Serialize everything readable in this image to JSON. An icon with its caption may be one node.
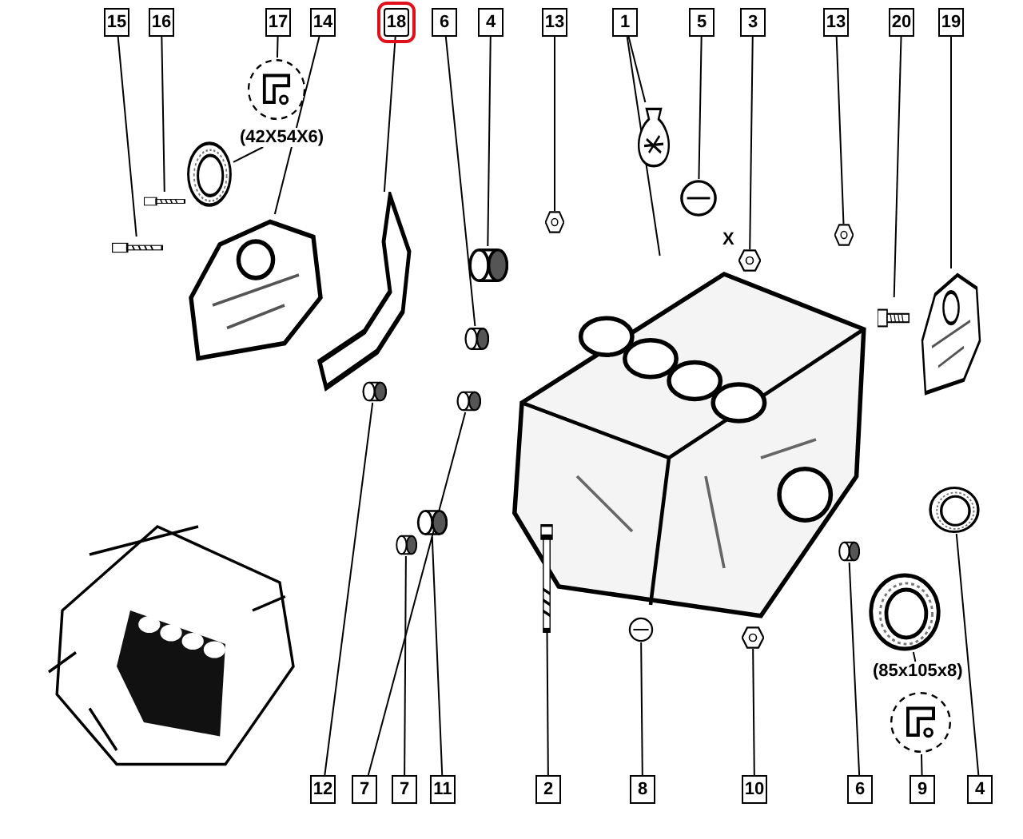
{
  "diagram": {
    "nodes": [
      {
        "text": [
          "15"
        ]
      },
      {
        "text": [
          "16"
        ]
      },
      {
        "text": [
          "17"
        ]
      },
      {
        "text": [
          "14"
        ]
      },
      {
        "text": [
          "18"
        ]
      },
      {
        "text": [
          "6"
        ]
      },
      {
        "text": [
          "4"
        ]
      },
      {
        "text": [
          "13"
        ]
      },
      {
        "text": [
          "1"
        ]
      },
      {
        "text": [
          "5"
        ]
      },
      {
        "text": [
          "3"
        ]
      },
      {
        "text": [
          "13"
        ]
      },
      {
        "text": [
          "20"
        ]
      },
      {
        "text": [
          "19"
        ]
      },
      {
        "text": [
          "(42X54X6)"
        ]
      },
      {
        "text": [
          "(85x105x8)"
        ]
      },
      {
        "text": [
          "12"
        ]
      },
      {
        "text": [
          "7"
        ]
      },
      {
        "text": [
          "7"
        ]
      },
      {
        "text": [
          "11"
        ]
      },
      {
        "text": [
          "2"
        ]
      },
      {
        "text": [
          "8"
        ]
      },
      {
        "text": [
          "10"
        ]
      },
      {
        "text": [
          "6"
        ]
      },
      {
        "text": [
          "9"
        ]
      },
      {
        "text": [
          "4"
        ]
      },
      {
        "text": [],
        "shape": "picture"
      },
      {
        "text": [],
        "shape": "picture"
      },
      {
        "text": [],
        "shape": "picture"
      },
      {
        "text": [],
        "shape": "picture"
      },
      {
        "text": [],
        "shape": "picture"
      },
      {
        "text": [],
        "shape": "picture"
      },
      {
        "text": [],
        "shape": "picture"
      },
      {
        "text": [],
        "shape": "picture"
      },
      {
        "text": [],
        "shape": "picture"
      },
      {
        "text": [],
        "shape": "picture"
      },
      {
        "text": [],
        "shape": "picture"
      },
      {
        "text": [],
        "shape": "picture"
      },
      {
        "text": [],
        "shape": "picture"
      },
      {
        "text": [],
        "shape": "picture"
      },
      {
        "text": [],
        "shape": "picture"
      },
      {
        "text": [],
        "shape": "picture"
      },
      {
        "text": [],
        "shape": "picture"
      },
      {
        "text": [],
        "shape": "picture"
      },
      {
        "text": [],
        "shape": "picture"
      },
      {
        "text": [],
        "shape": "picture"
      },
      {
        "text": [],
        "shape": "picture"
      },
      {
        "text": [],
        "shape": "picture"
      },
      {
        "text": [],
        "shape": "picture"
      },
      {
        "text": [],
        "shape": "picture"
      },
      {
        "text": [],
        "shape": "picture"
      },
      {
        "text": [],
        "shape": "picture"
      },
      {
        "text": [],
        "shape": "picture"
      }
    ],
    "edges": [
      {
        "from": 0,
        "to": 26,
        "arrow": "none"
      },
      {
        "from": 1,
        "to": 27,
        "arrow": "none"
      },
      {
        "from": 2,
        "to": 28,
        "arrow": "none"
      },
      {
        "from": 3,
        "to": 30,
        "arrow": "none"
      },
      {
        "from": 4,
        "to": 31,
        "arrow": "none"
      },
      {
        "from": 5,
        "to": 32,
        "arrow": "none"
      },
      {
        "from": 6,
        "to": 33,
        "arrow": "none"
      },
      {
        "from": 7,
        "to": 34,
        "arrow": "none"
      },
      {
        "from": 8,
        "to": 36,
        "arrow": "none"
      },
      {
        "from": 8,
        "to": 35,
        "arrow": "none"
      },
      {
        "from": 9,
        "to": 37,
        "arrow": "none"
      },
      {
        "from": 10,
        "to": 38,
        "arrow": "none"
      },
      {
        "from": 11,
        "to": 39,
        "arrow": "none"
      },
      {
        "from": 12,
        "to": 40,
        "arrow": "none"
      },
      {
        "from": 13,
        "to": 41,
        "arrow": "none"
      },
      {
        "from": 14,
        "to": 29,
        "arrow": "none"
      },
      {
        "from": 15,
        "to": 51,
        "arrow": "none"
      },
      {
        "from": 16,
        "to": 42,
        "arrow": "none"
      },
      {
        "from": 17,
        "to": 43,
        "arrow": "none"
      },
      {
        "from": 18,
        "to": 44,
        "arrow": "none"
      },
      {
        "from": 19,
        "to": 45,
        "arrow": "none"
      },
      {
        "from": 20,
        "to": 46,
        "arrow": "none"
      },
      {
        "from": 21,
        "to": 47,
        "arrow": "none"
      },
      {
        "from": 22,
        "to": 48,
        "arrow": "none"
      },
      {
        "from": 23,
        "to": 49,
        "arrow": "none"
      },
      {
        "from": 24,
        "to": 50,
        "arrow": "none"
      },
      {
        "from": 25,
        "to": 52,
        "arrow": "none"
      }
    ],
    "labels": [
      "X"
    ]
  }
}
